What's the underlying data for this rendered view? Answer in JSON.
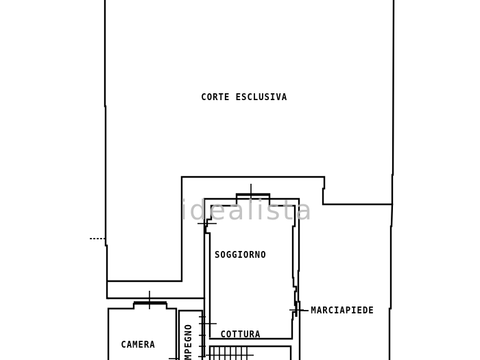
{
  "plan": {
    "rooms": [
      {
        "id": "corte",
        "label": "CORTE ESCLUSIVA"
      },
      {
        "id": "soggiorno",
        "label": "SOGGIORNO"
      },
      {
        "id": "camera",
        "label": "CAMERA"
      },
      {
        "id": "cottura",
        "label": "COTTURA"
      },
      {
        "id": "ripostiglio",
        "label": "IMPEGNO"
      }
    ],
    "annotations": [
      {
        "id": "marciapiede",
        "label": "MARCIAPIEDE"
      }
    ],
    "watermark": "idealista",
    "colors": {
      "line": "#000000",
      "background": "#ffffff",
      "watermark": "#b9b9b9"
    }
  }
}
